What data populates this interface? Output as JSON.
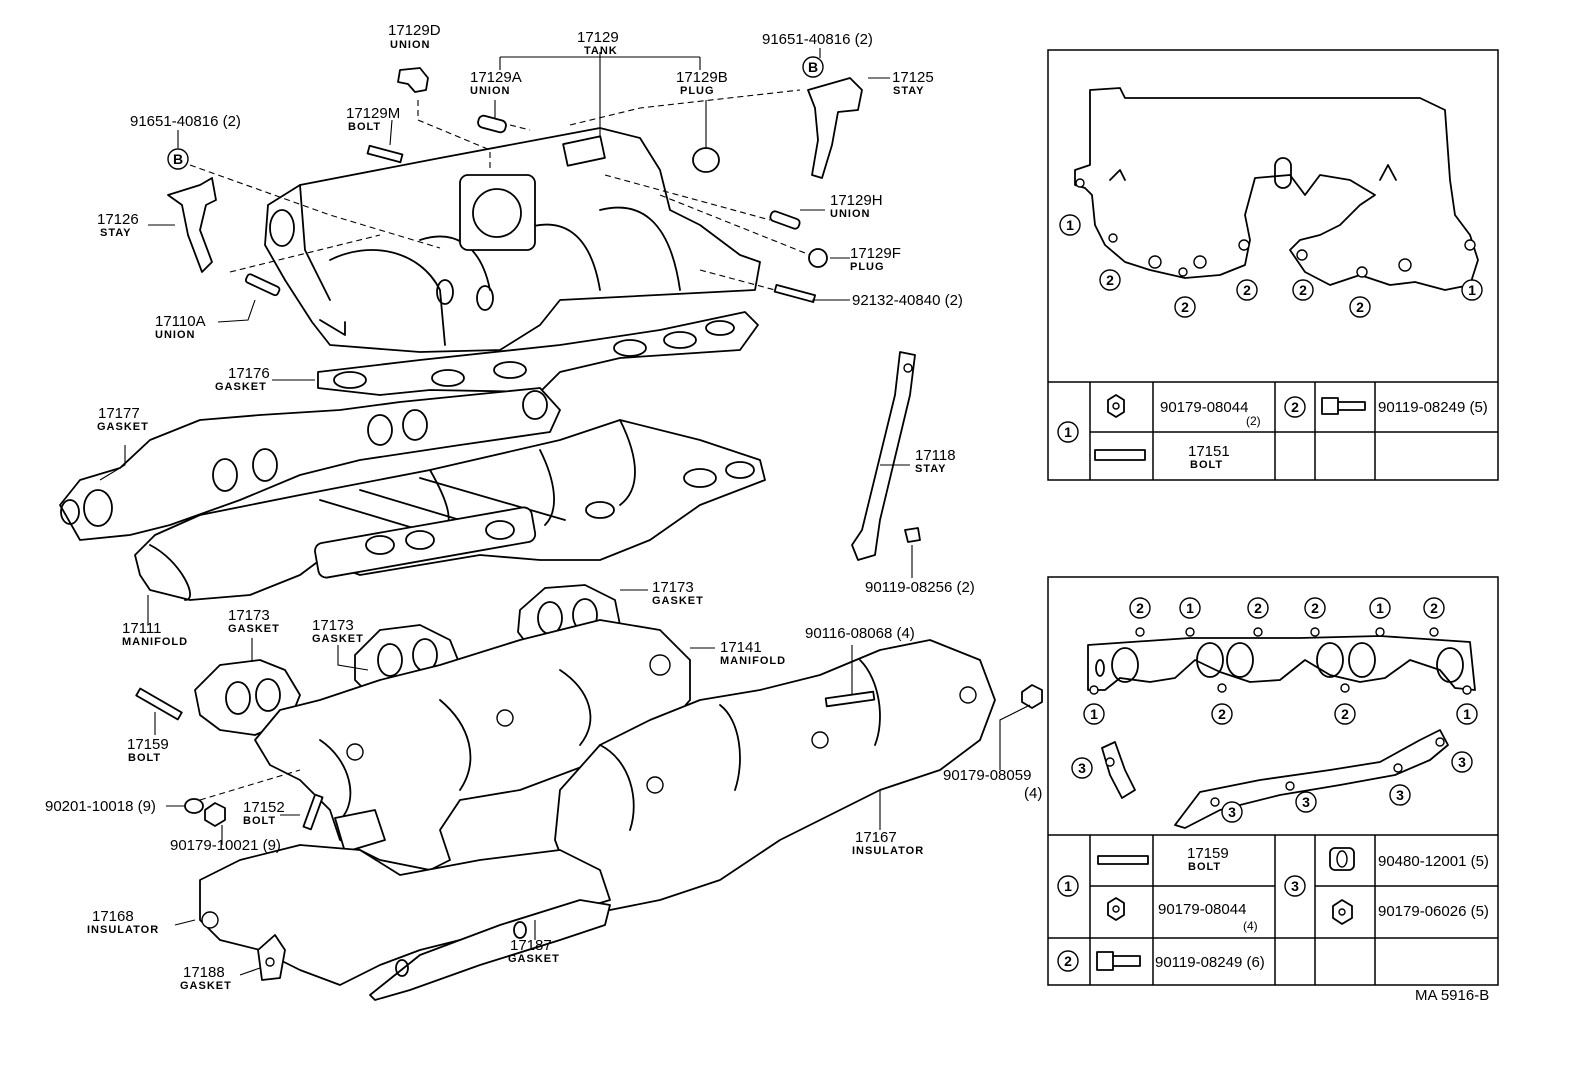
{
  "labels": {
    "p17129D": {
      "num": "17129D",
      "name": "UNION"
    },
    "p17129": {
      "num": "17129",
      "name": "TANK"
    },
    "p17129A": {
      "num": "17129A",
      "name": "UNION"
    },
    "p17129B": {
      "num": "17129B",
      "name": "PLUG"
    },
    "p91651_top": {
      "num": "91651-40816 (2)"
    },
    "p17125": {
      "num": "17125",
      "name": "STAY"
    },
    "p91651_left": {
      "num": "91651-40816 (2)"
    },
    "p17129M": {
      "num": "17129M",
      "name": "BOLT"
    },
    "p17126": {
      "num": "17126",
      "name": "STAY"
    },
    "p17129H": {
      "num": "17129H",
      "name": "UNION"
    },
    "p17129F": {
      "num": "17129F",
      "name": "PLUG"
    },
    "p92132": {
      "num": "92132-40840 (2)"
    },
    "p17110A": {
      "num": "17110A",
      "name": "UNION"
    },
    "p17176": {
      "num": "17176",
      "name": "GASKET"
    },
    "p17177": {
      "num": "17177",
      "name": "GASKET"
    },
    "p17118": {
      "num": "17118",
      "name": "STAY"
    },
    "p90119_08256": {
      "num": "90119-08256 (2)"
    },
    "p17111": {
      "num": "17111",
      "name": "MANIFOLD"
    },
    "p17173a": {
      "num": "17173",
      "name": "GASKET"
    },
    "p17173b": {
      "num": "17173",
      "name": "GASKET"
    },
    "p17173c": {
      "num": "17173",
      "name": "GASKET"
    },
    "p17141": {
      "num": "17141",
      "name": "MANIFOLD"
    },
    "p90116": {
      "num": "90116-08068 (4)"
    },
    "p17159": {
      "num": "17159",
      "name": "BOLT"
    },
    "p90179_08059": {
      "num": "90179-08059",
      "qty": "(4)"
    },
    "p90201": {
      "num": "90201-10018 (9)"
    },
    "p17152": {
      "num": "17152",
      "name": "BOLT"
    },
    "p90179_10021": {
      "num": "90179-10021 (9)"
    },
    "p17167": {
      "num": "17167",
      "name": "INSULATOR"
    },
    "p17168": {
      "num": "17168",
      "name": "INSULATOR"
    },
    "p17187": {
      "num": "17187",
      "name": "GASKET"
    },
    "p17188": {
      "num": "17188",
      "name": "GASKET"
    }
  },
  "badge_b": "B",
  "inset_top": {
    "markers": [
      "1",
      "2",
      "2",
      "2",
      "2",
      "2",
      "1"
    ],
    "table": {
      "key1": "1",
      "key2": "2",
      "r1c1": "90179-08044",
      "r1c1q": "(2)",
      "r1c2": "90119-08249 (5)",
      "r2c1": "17151",
      "r2c1n": "BOLT"
    }
  },
  "inset_bottom": {
    "top_markers": [
      "2",
      "1",
      "2",
      "2",
      "1",
      "2"
    ],
    "bottom_markers": [
      "1",
      "2",
      "2",
      "1"
    ],
    "g3": [
      "3",
      "3",
      "3",
      "3",
      "3"
    ],
    "table": {
      "key1": "1",
      "key2": "2",
      "key3": "3",
      "a": "17159",
      "an": "BOLT",
      "b": "90179-08044",
      "bq": "(4)",
      "c": "90119-08249 (6)",
      "d": "90480-12001 (5)",
      "e": "90179-06026 (5)"
    }
  },
  "figure_code": "MA 5916-B"
}
